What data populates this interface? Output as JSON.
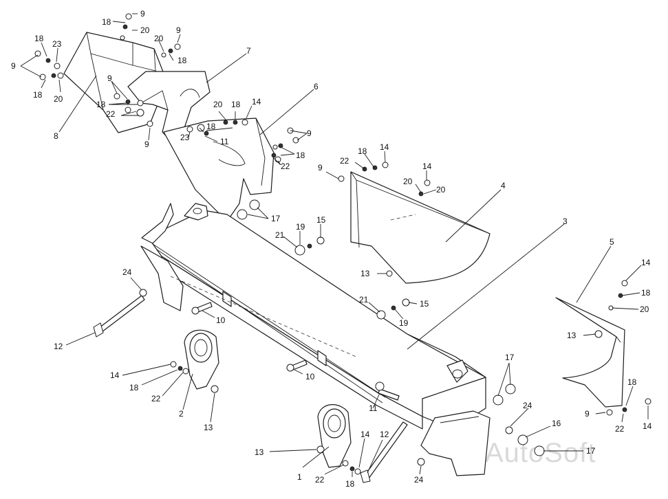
{
  "diagram": {
    "watermark": "AutoSoft",
    "callouts": [
      {
        "id": "c-9a",
        "text": "9"
      },
      {
        "id": "c-18a",
        "text": "18"
      },
      {
        "id": "c-20a",
        "text": "20"
      },
      {
        "id": "c-18b",
        "text": "18"
      },
      {
        "id": "c-23a",
        "text": "23"
      },
      {
        "id": "c-9b",
        "text": "9"
      },
      {
        "id": "c-18c",
        "text": "18"
      },
      {
        "id": "c-20b",
        "text": "20"
      },
      {
        "id": "c-20c",
        "text": "20"
      },
      {
        "id": "c-9c",
        "text": "9"
      },
      {
        "id": "c-18d",
        "text": "18"
      },
      {
        "id": "c-7",
        "text": "7"
      },
      {
        "id": "c-9d",
        "text": "9"
      },
      {
        "id": "c-18e",
        "text": "18"
      },
      {
        "id": "c-22a",
        "text": "22"
      },
      {
        "id": "c-9e",
        "text": "9"
      },
      {
        "id": "c-8",
        "text": "8"
      },
      {
        "id": "c-6",
        "text": "6"
      },
      {
        "id": "c-20d",
        "text": "20"
      },
      {
        "id": "c-18f",
        "text": "18"
      },
      {
        "id": "c-14a",
        "text": "14"
      },
      {
        "id": "c-18g",
        "text": "18"
      },
      {
        "id": "c-23b",
        "text": "23"
      },
      {
        "id": "c-11a",
        "text": "11"
      },
      {
        "id": "c-9f",
        "text": "9"
      },
      {
        "id": "c-18h",
        "text": "18"
      },
      {
        "id": "c-22b",
        "text": "22"
      },
      {
        "id": "c-18i",
        "text": "18"
      },
      {
        "id": "c-14b",
        "text": "14"
      },
      {
        "id": "c-22c",
        "text": "22"
      },
      {
        "id": "c-9g",
        "text": "9"
      },
      {
        "id": "c-14c",
        "text": "14"
      },
      {
        "id": "c-20e",
        "text": "20"
      },
      {
        "id": "c-20f",
        "text": "20"
      },
      {
        "id": "c-4",
        "text": "4"
      },
      {
        "id": "c-17a",
        "text": "17"
      },
      {
        "id": "c-19a",
        "text": "19"
      },
      {
        "id": "c-15a",
        "text": "15"
      },
      {
        "id": "c-21a",
        "text": "21"
      },
      {
        "id": "c-3",
        "text": "3"
      },
      {
        "id": "c-5",
        "text": "5"
      },
      {
        "id": "c-14d",
        "text": "14"
      },
      {
        "id": "c-18j",
        "text": "18"
      },
      {
        "id": "c-20g",
        "text": "20"
      },
      {
        "id": "c-13a",
        "text": "13"
      },
      {
        "id": "c-24a",
        "text": "24"
      },
      {
        "id": "c-21b",
        "text": "21"
      },
      {
        "id": "c-15b",
        "text": "15"
      },
      {
        "id": "c-19b",
        "text": "19"
      },
      {
        "id": "c-10a",
        "text": "10"
      },
      {
        "id": "c-13b",
        "text": "13"
      },
      {
        "id": "c-12a",
        "text": "12"
      },
      {
        "id": "c-14e",
        "text": "14"
      },
      {
        "id": "c-18k",
        "text": "18"
      },
      {
        "id": "c-22d",
        "text": "22"
      },
      {
        "id": "c-2",
        "text": "2"
      },
      {
        "id": "c-13c",
        "text": "13"
      },
      {
        "id": "c-10b",
        "text": "10"
      },
      {
        "id": "c-17b",
        "text": "17"
      },
      {
        "id": "c-11b",
        "text": "11"
      },
      {
        "id": "c-24b",
        "text": "24"
      },
      {
        "id": "c-18l",
        "text": "18"
      },
      {
        "id": "c-9h",
        "text": "9"
      },
      {
        "id": "c-22e",
        "text": "22"
      },
      {
        "id": "c-14f",
        "text": "14"
      },
      {
        "id": "c-16",
        "text": "16"
      },
      {
        "id": "c-17c",
        "text": "17"
      },
      {
        "id": "c-13d",
        "text": "13"
      },
      {
        "id": "c-12b",
        "text": "12"
      },
      {
        "id": "c-14g",
        "text": "14"
      },
      {
        "id": "c-1",
        "text": "1"
      },
      {
        "id": "c-22f",
        "text": "22"
      },
      {
        "id": "c-18m",
        "text": "18"
      },
      {
        "id": "c-24c",
        "text": "24"
      }
    ]
  }
}
